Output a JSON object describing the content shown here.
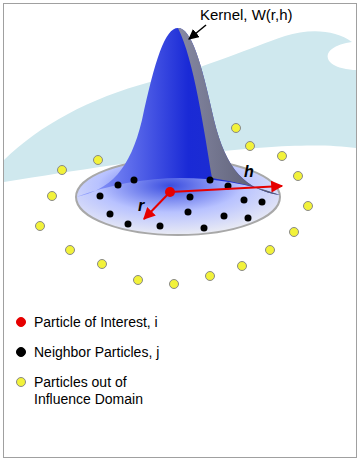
{
  "diagram": {
    "labels": [
      "Kernel, W(r,h)",
      "h",
      "r"
    ],
    "legend": [
      {
        "text": "Particle of Interest, i",
        "color": "#e60000"
      },
      {
        "text": "Neighbor Particles, j",
        "color": "#000000"
      },
      {
        "text": "Particles out of Influence Domain",
        "color": "#f2f23a"
      }
    ]
  }
}
